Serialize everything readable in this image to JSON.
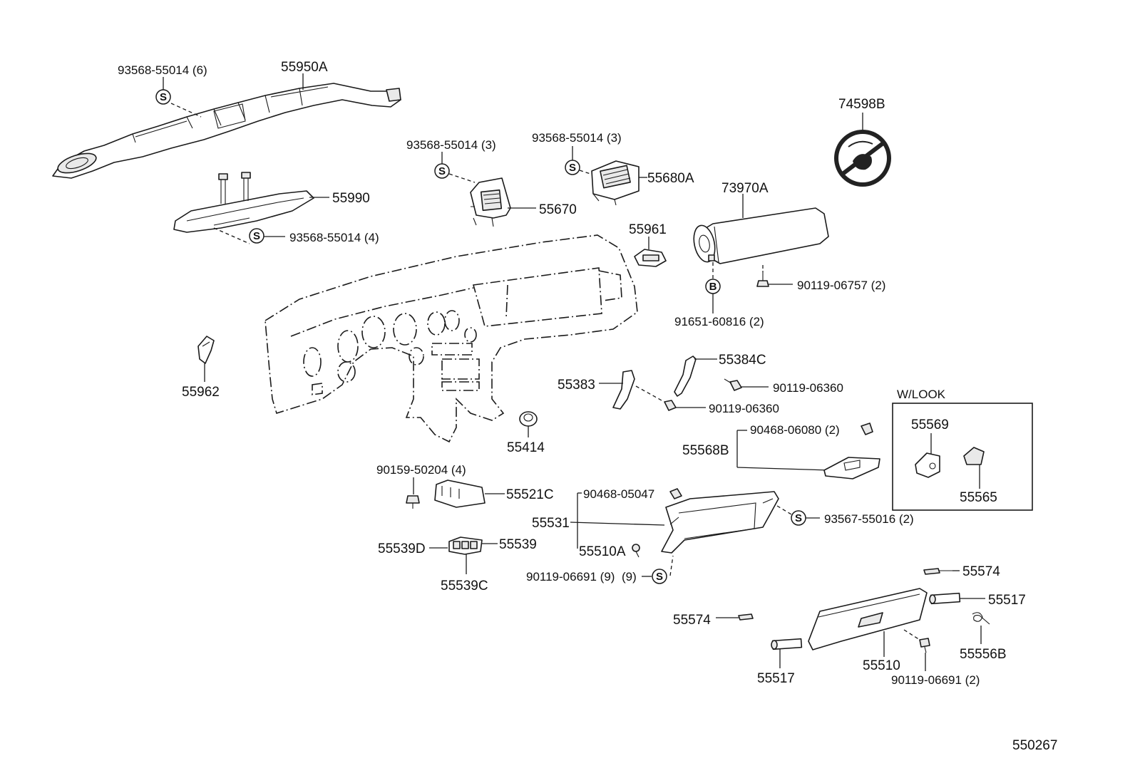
{
  "diagram": {
    "drawing_number": "550267",
    "variant_box_title": "W/LOOK",
    "symbols": {
      "s": "S",
      "b": "B"
    },
    "labels": {
      "p55950A": "55950A",
      "p93568_6": "93568-55014 (6)",
      "p55990": "55990",
      "p93568_4": "93568-55014 (4)",
      "p93568_3a": "93568-55014 (3)",
      "p55670": "55670",
      "p93568_3b": "93568-55014 (3)",
      "p55680A": "55680A",
      "p74598B": "74598B",
      "p73970A": "73970A",
      "p55961": "55961",
      "p90119_06757": "90119-06757 (2)",
      "p91651": "91651-60816 (2)",
      "p55962": "55962",
      "p55384C": "55384C",
      "p90119_06360a": "90119-06360",
      "p55383": "55383",
      "p90119_06360b": "90119-06360",
      "p55414": "55414",
      "p55568B": "55568B",
      "p90468_06080": "90468-06080 (2)",
      "p55569": "55569",
      "p55565": "55565",
      "p90159": "90159-50204 (4)",
      "p55521C": "55521C",
      "p90468_05047": "90468-05047",
      "p55531": "55531",
      "p93567": "93567-55016 (2)",
      "p55539D": "55539D",
      "p55539": "55539",
      "p55510A": "55510A",
      "p55539C": "55539C",
      "p90119_06691_9": "90119-06691 (9)",
      "p9": "(9)",
      "p55574a": "55574",
      "p55517a": "55517",
      "p55574b": "55574",
      "p55556B": "55556B",
      "p55517b": "55517",
      "p55510": "55510",
      "p90119_06691_2": "90119-06691 (2)"
    }
  }
}
